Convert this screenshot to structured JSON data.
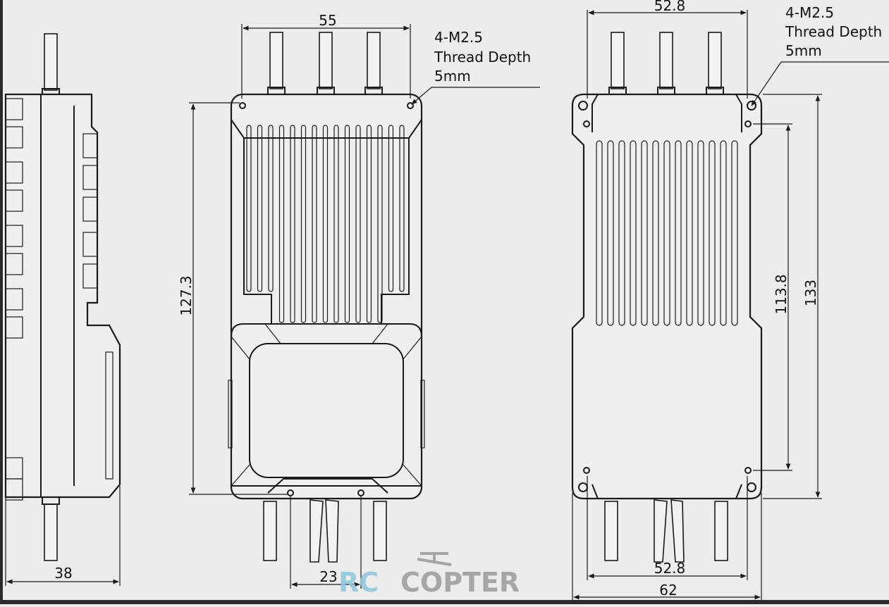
{
  "dimensions": {
    "side_width": "38",
    "front_top_width": "55",
    "front_height": "127.3",
    "front_bottom_spacing": "23",
    "back_top_width": "52.8",
    "back_bottom_width": "52.8",
    "back_total_width": "62",
    "back_hole_spacing": "113.8",
    "back_total_height": "133"
  },
  "notes": {
    "front_callout": [
      "4-M2.5",
      "Thread Depth",
      "5mm"
    ],
    "back_callout": [
      "4-M2.5",
      "Thread Depth",
      "5mm"
    ]
  },
  "watermark": "RC COPTER",
  "colors": {
    "background": "#ececec",
    "line": "#1a1a1a",
    "watermark_rc": "#8fc6dd",
    "watermark_copter": "#9a9a9a"
  }
}
